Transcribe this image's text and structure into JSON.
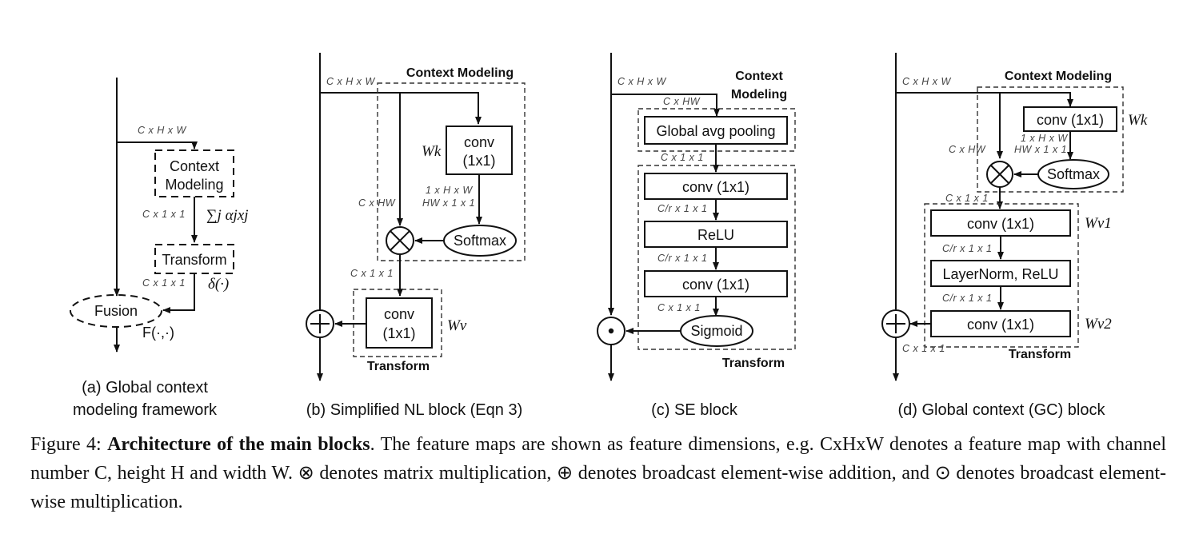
{
  "panel_a": {
    "dim_in": "C x H x W",
    "context_box": [
      "Context",
      "Modeling"
    ],
    "dim_ctx": "C x 1 x 1",
    "sum_formula": "∑j αjxj",
    "transform_box": "Transform",
    "dim_tr": "C x 1 x 1",
    "delta": "δ(·)",
    "fusion": "Fusion",
    "fusion_fn": "F(·,·)",
    "caption": [
      "(a) Global context",
      "modeling framework"
    ]
  },
  "panel_b": {
    "dim_in": "C x H x W",
    "context_header": "Context Modeling",
    "conv_top": [
      "conv",
      "(1x1)"
    ],
    "wk": "Wk",
    "dim_conv1": "1 x H x W",
    "dim_conv2": "HW x 1 x 1",
    "dim_left": "C x HW",
    "softmax": "Softmax",
    "dim_mul": "C x 1 x 1",
    "conv_v": [
      "conv",
      "(1x1)"
    ],
    "wv": "Wv",
    "transform_header": "Transform",
    "caption": "(b) Simplified NL block (Eqn 3)"
  },
  "panel_c": {
    "dim_in": "C x H x W",
    "context_header": [
      "Context",
      "Modeling"
    ],
    "dim_hw": "C x HW",
    "gap": "Global avg pooling",
    "dim_gap": "C x 1 x 1",
    "conv1": "conv (1x1)",
    "dim_r1": "C/r x 1 x 1",
    "relu": "ReLU",
    "dim_r2": "C/r x 1 x 1",
    "conv2": "conv (1x1)",
    "dim_out": "C x 1 x 1",
    "sigmoid": "Sigmoid",
    "transform_header": "Transform",
    "caption": "(c) SE block"
  },
  "panel_d": {
    "dim_in": "C x H x W",
    "context_header": "Context Modeling",
    "conv_k": "conv (1x1)",
    "wk": "Wk",
    "dim_k1": "1 x H x W",
    "dim_k2": "HW x 1 x 1",
    "dim_hw": "C x HW",
    "softmax": "Softmax",
    "dim_ctx": "C x 1 x 1",
    "conv_v1": "conv (1x1)",
    "wv1": "Wv1",
    "dim_r1": "C/r x 1 x 1",
    "ln": "LayerNorm, ReLU",
    "dim_r2": "C/r x 1 x 1",
    "conv_v2": "conv (1x1)",
    "wv2": "Wv2",
    "dim_out": "C x 1 x 1",
    "transform_header": "Transform",
    "caption": "(d) Global context (GC) block"
  },
  "figure_caption": {
    "prefix": "Figure 4: ",
    "bold": "Architecture of the main blocks",
    "rest": ". The feature maps are shown as feature dimensions, e.g. CxHxW denotes a feature map with channel number C, height H and width W. ⊗ denotes matrix multiplication, ⊕ denotes broadcast element-wise addition, and ⊙ denotes broadcast element-wise multiplication."
  }
}
